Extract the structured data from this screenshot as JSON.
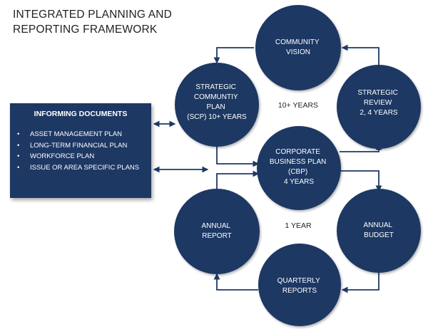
{
  "title": {
    "line1": "INTEGRATED PLANNING AND",
    "line2": "REPORTING FRAMEWORK"
  },
  "informing_documents": {
    "heading": "INFORMING DOCUMENTS",
    "items": [
      "ASSET MANAGEMENT PLAN",
      "LONG-TERM FINANCIAL PLAN",
      "WORKFORCE PLAN",
      "ISSUE OR AREA SPECIFIC PLANS"
    ]
  },
  "nodes": {
    "community_vision": [
      "COMMUNITY",
      "VISION"
    ],
    "strategic_community_plan": [
      "STRATEGIC",
      "COMMUNTIY",
      "PLAN",
      "(SCP) 10+ YEARS"
    ],
    "strategic_review": [
      "STRATEGIC",
      "REVIEW",
      "2, 4 YEARS"
    ],
    "corporate_business_plan": [
      "CORPORATE",
      "BUSINESS PLAN",
      "(CBP)",
      "4 YEARS"
    ],
    "annual_report": [
      "ANNUAL",
      "REPORT"
    ],
    "annual_budget": [
      "ANNUAL",
      "BUDGET"
    ],
    "quarterly_reports": [
      "QUARTERLY",
      "REPORTS"
    ]
  },
  "periods": {
    "long_cycle": "10+ YEARS",
    "short_cycle": "1 YEAR"
  },
  "colors": {
    "node_fill": "#1e3864",
    "node_text": "#ffffff",
    "arrow": "#1e3864",
    "text": "#222222"
  }
}
